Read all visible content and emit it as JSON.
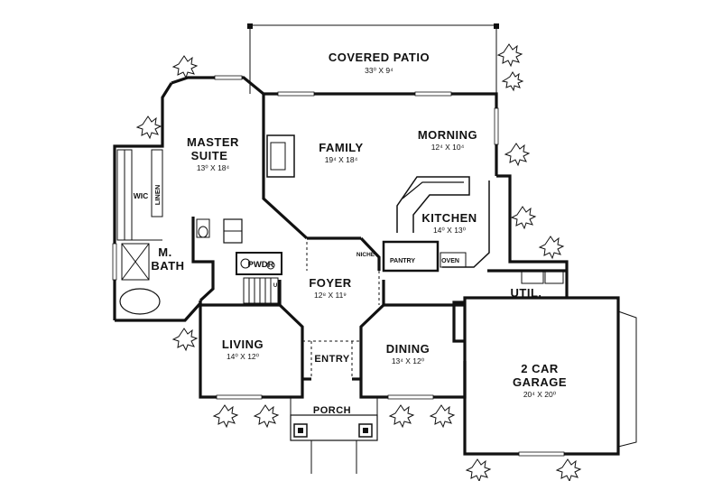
{
  "rooms": {
    "covered_patio": {
      "name": "COVERED PATIO",
      "dim": "33⁰ X 9⁴"
    },
    "master_suite": {
      "name1": "MASTER",
      "name2": "SUITE",
      "dim": "13⁰ X 18⁴"
    },
    "family": {
      "name": "FAMILY",
      "dim": "19⁴ X 18⁴"
    },
    "morning": {
      "name": "MORNING",
      "dim": "12⁴ X 10⁴"
    },
    "kitchen": {
      "name": "KITCHEN",
      "dim": "14⁰ X 13⁰"
    },
    "foyer": {
      "name": "FOYER",
      "dim": "12⁸ X 11⁹"
    },
    "living": {
      "name": "LIVING",
      "dim": "14⁰ X 12⁰"
    },
    "dining": {
      "name": "DINING",
      "dim": "13⁴ X 12⁰"
    },
    "garage": {
      "name1": "2 CAR",
      "name2": "GARAGE",
      "dim": "20⁴ X 20⁰"
    },
    "m_bath": {
      "name1": "M.",
      "name2": "BATH"
    },
    "entry": {
      "name": "ENTRY"
    },
    "porch": {
      "name": "PORCH"
    },
    "util": {
      "name": "UTIL."
    }
  },
  "small_labels": {
    "wic": "WIC",
    "linen": "LINEN",
    "pwdr": "PWDR",
    "niche": "NICHE",
    "pantry": "PANTRY",
    "oven": "OVEN",
    "up": "UP"
  }
}
